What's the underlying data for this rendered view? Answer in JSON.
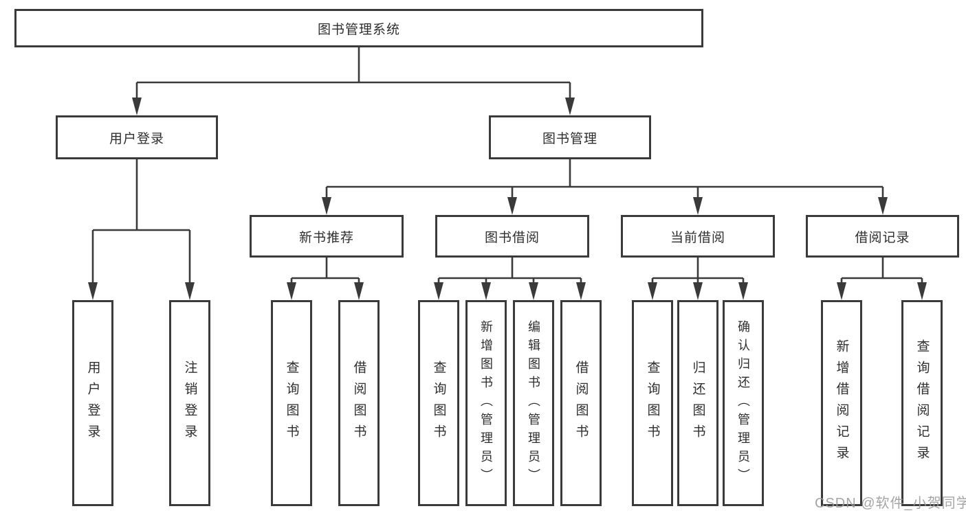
{
  "diagram": {
    "root": {
      "label": "图书管理系统"
    },
    "level2": [
      {
        "id": "user-login",
        "label": "用户登录"
      },
      {
        "id": "book-management",
        "label": "图书管理"
      }
    ],
    "level3": [
      {
        "id": "new-book-recommend",
        "label": "新书推荐"
      },
      {
        "id": "book-borrow",
        "label": "图书借阅"
      },
      {
        "id": "current-borrow",
        "label": "当前借阅"
      },
      {
        "id": "borrow-records",
        "label": "借阅记录"
      }
    ],
    "leaves": [
      {
        "parent": "user-login",
        "label": "用户登录"
      },
      {
        "parent": "user-login",
        "label": "注销登录"
      },
      {
        "parent": "new-book-recommend",
        "label": "查询图书"
      },
      {
        "parent": "new-book-recommend",
        "label": "借阅图书"
      },
      {
        "parent": "book-borrow",
        "label": "查询图书"
      },
      {
        "parent": "book-borrow",
        "label": "新增图书（管理员）"
      },
      {
        "parent": "book-borrow",
        "label": "编辑图书（管理员）"
      },
      {
        "parent": "book-borrow",
        "label": "借阅图书"
      },
      {
        "parent": "current-borrow",
        "label": "查询图书"
      },
      {
        "parent": "current-borrow",
        "label": "归还图书"
      },
      {
        "parent": "current-borrow",
        "label": "确认归还（管理员）"
      },
      {
        "parent": "borrow-records",
        "label": "新增借阅记录"
      },
      {
        "parent": "borrow-records",
        "label": "查询借阅记录"
      }
    ],
    "watermark": "CSDN @软件_小贺同学",
    "colors": {
      "line": "#3a3a3a",
      "box_border": "#3a3a3a",
      "text": "#2e2e2e",
      "watermark": "#9b9b9b",
      "background": "#ffffff"
    }
  }
}
